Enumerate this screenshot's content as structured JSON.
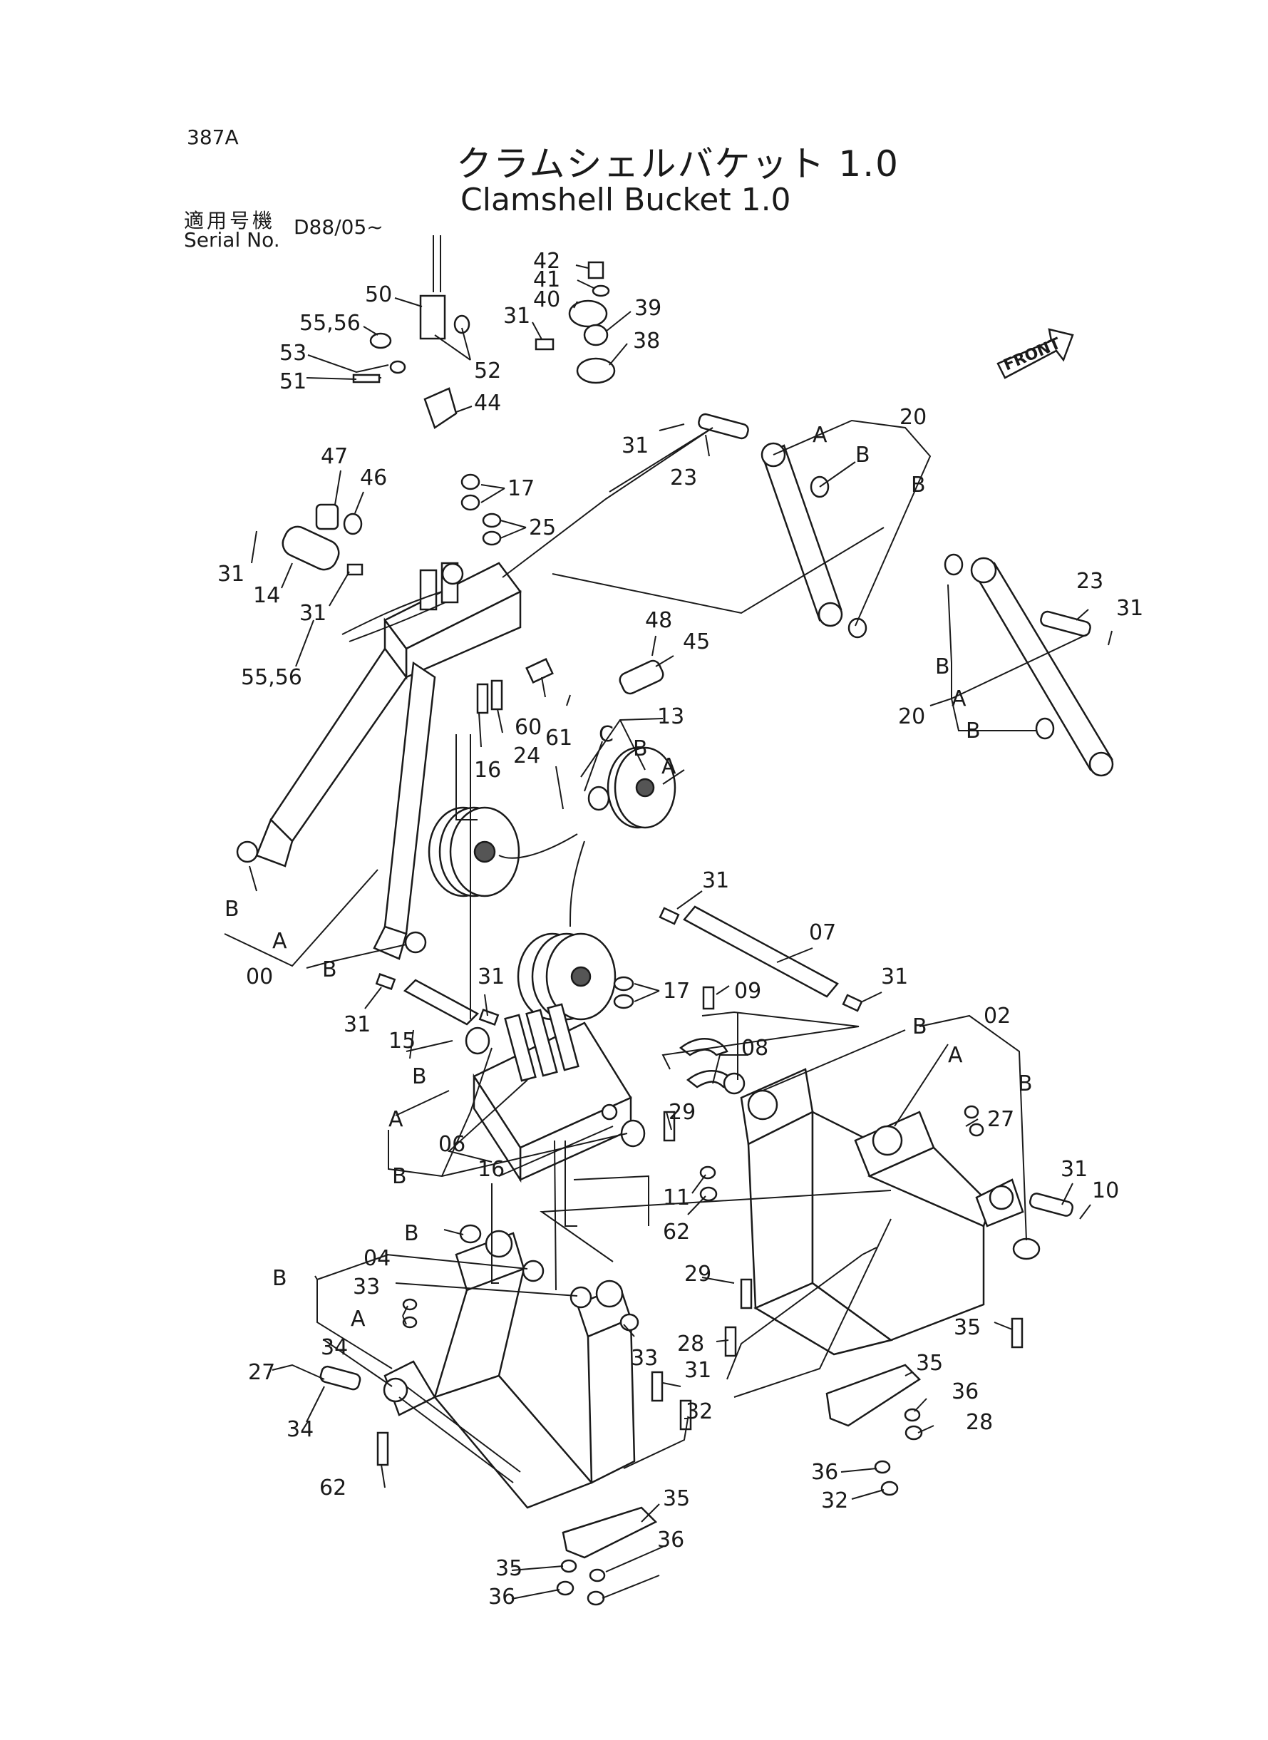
{
  "page_code": "387A",
  "title_jp": "クラムシェルバケット 1.0",
  "title_en": "Clamshell Bucket 1.0",
  "serial_jp": "適用号機",
  "serial_en": "Serial No.",
  "serial_value": "D88/05~",
  "front_label": "FRONT",
  "callouts": [
    {
      "id": "c42",
      "text": "42"
    },
    {
      "id": "c41",
      "text": "41"
    },
    {
      "id": "c40",
      "text": "40"
    },
    {
      "id": "c39",
      "text": "39"
    },
    {
      "id": "c38",
      "text": "38"
    },
    {
      "id": "c31a",
      "text": "31"
    },
    {
      "id": "c50",
      "text": "50"
    },
    {
      "id": "c5556a",
      "text": "55,56"
    },
    {
      "id": "c53",
      "text": "53"
    },
    {
      "id": "c51",
      "text": "51"
    },
    {
      "id": "c52",
      "text": "52"
    },
    {
      "id": "c44",
      "text": "44"
    },
    {
      "id": "c47",
      "text": "47"
    },
    {
      "id": "c46",
      "text": "46"
    },
    {
      "id": "c17a",
      "text": "17"
    },
    {
      "id": "c25",
      "text": "25"
    },
    {
      "id": "c31b",
      "text": "31"
    },
    {
      "id": "c14",
      "text": "14"
    },
    {
      "id": "c31c",
      "text": "31"
    },
    {
      "id": "c5556b",
      "text": "55,56"
    },
    {
      "id": "c48",
      "text": "48"
    },
    {
      "id": "c45",
      "text": "45"
    },
    {
      "id": "c60",
      "text": "60"
    },
    {
      "id": "c61",
      "text": "61"
    },
    {
      "id": "c16a",
      "text": "16"
    },
    {
      "id": "c24",
      "text": "24"
    },
    {
      "id": "c13",
      "text": "13"
    },
    {
      "id": "c13C",
      "text": "C"
    },
    {
      "id": "c13B",
      "text": "B"
    },
    {
      "id": "c13A",
      "text": "A"
    },
    {
      "id": "c31d",
      "text": "31"
    },
    {
      "id": "c23a",
      "text": "23"
    },
    {
      "id": "c20a",
      "text": "20"
    },
    {
      "id": "c20aA",
      "text": "A"
    },
    {
      "id": "c20aB1",
      "text": "B"
    },
    {
      "id": "c20aB2",
      "text": "B"
    },
    {
      "id": "c23b",
      "text": "23"
    },
    {
      "id": "c31e",
      "text": "31"
    },
    {
      "id": "c20bB",
      "text": "B"
    },
    {
      "id": "c20bA",
      "text": "A"
    },
    {
      "id": "c20b",
      "text": "20"
    },
    {
      "id": "c20bB2",
      "text": "B"
    },
    {
      "id": "c00B1",
      "text": "B"
    },
    {
      "id": "c00A",
      "text": "A"
    },
    {
      "id": "c00",
      "text": "00"
    },
    {
      "id": "c00B2",
      "text": "B"
    },
    {
      "id": "c31f",
      "text": "31"
    },
    {
      "id": "c07",
      "text": "07"
    },
    {
      "id": "c31g",
      "text": "31"
    },
    {
      "id": "c31h",
      "text": "31"
    },
    {
      "id": "c31i",
      "text": "31"
    },
    {
      "id": "c15",
      "text": "15"
    },
    {
      "id": "c17b",
      "text": "17"
    },
    {
      "id": "c09",
      "text": "09"
    },
    {
      "id": "c08",
      "text": "08"
    },
    {
      "id": "c02",
      "text": "02"
    },
    {
      "id": "c02B1",
      "text": "B"
    },
    {
      "id": "c02A",
      "text": "A"
    },
    {
      "id": "c02B2",
      "text": "B"
    },
    {
      "id": "c06B1",
      "text": "B"
    },
    {
      "id": "c06A",
      "text": "A"
    },
    {
      "id": "c06",
      "text": "06"
    },
    {
      "id": "c06B2",
      "text": "B"
    },
    {
      "id": "c16b",
      "text": "16"
    },
    {
      "id": "c29a",
      "text": "29"
    },
    {
      "id": "c27a",
      "text": "27"
    },
    {
      "id": "c31j",
      "text": "31"
    },
    {
      "id": "c10",
      "text": "10"
    },
    {
      "id": "c11",
      "text": "11"
    },
    {
      "id": "c62a",
      "text": "62"
    },
    {
      "id": "c04B1",
      "text": "B"
    },
    {
      "id": "c04",
      "text": "04"
    },
    {
      "id": "c04B2",
      "text": "B"
    },
    {
      "id": "c33a",
      "text": "33"
    },
    {
      "id": "c29b",
      "text": "29"
    },
    {
      "id": "c04A",
      "text": "A"
    },
    {
      "id": "c34a",
      "text": "34"
    },
    {
      "id": "c28a",
      "text": "28"
    },
    {
      "id": "c62b",
      "text": "62"
    },
    {
      "id": "c33b",
      "text": "33"
    },
    {
      "id": "c31k",
      "text": "31"
    },
    {
      "id": "c27b",
      "text": "27"
    },
    {
      "id": "c34b",
      "text": "34"
    },
    {
      "id": "c32a",
      "text": "32"
    },
    {
      "id": "c35a",
      "text": "35"
    },
    {
      "id": "c36a",
      "text": "36"
    },
    {
      "id": "c28b",
      "text": "28"
    },
    {
      "id": "c35b",
      "text": "35"
    },
    {
      "id": "c36b",
      "text": "36"
    },
    {
      "id": "c32b",
      "text": "32"
    },
    {
      "id": "c35c",
      "text": "35"
    },
    {
      "id": "c35d",
      "text": "35"
    },
    {
      "id": "c36c",
      "text": "36"
    },
    {
      "id": "c36d",
      "text": "36"
    }
  ]
}
